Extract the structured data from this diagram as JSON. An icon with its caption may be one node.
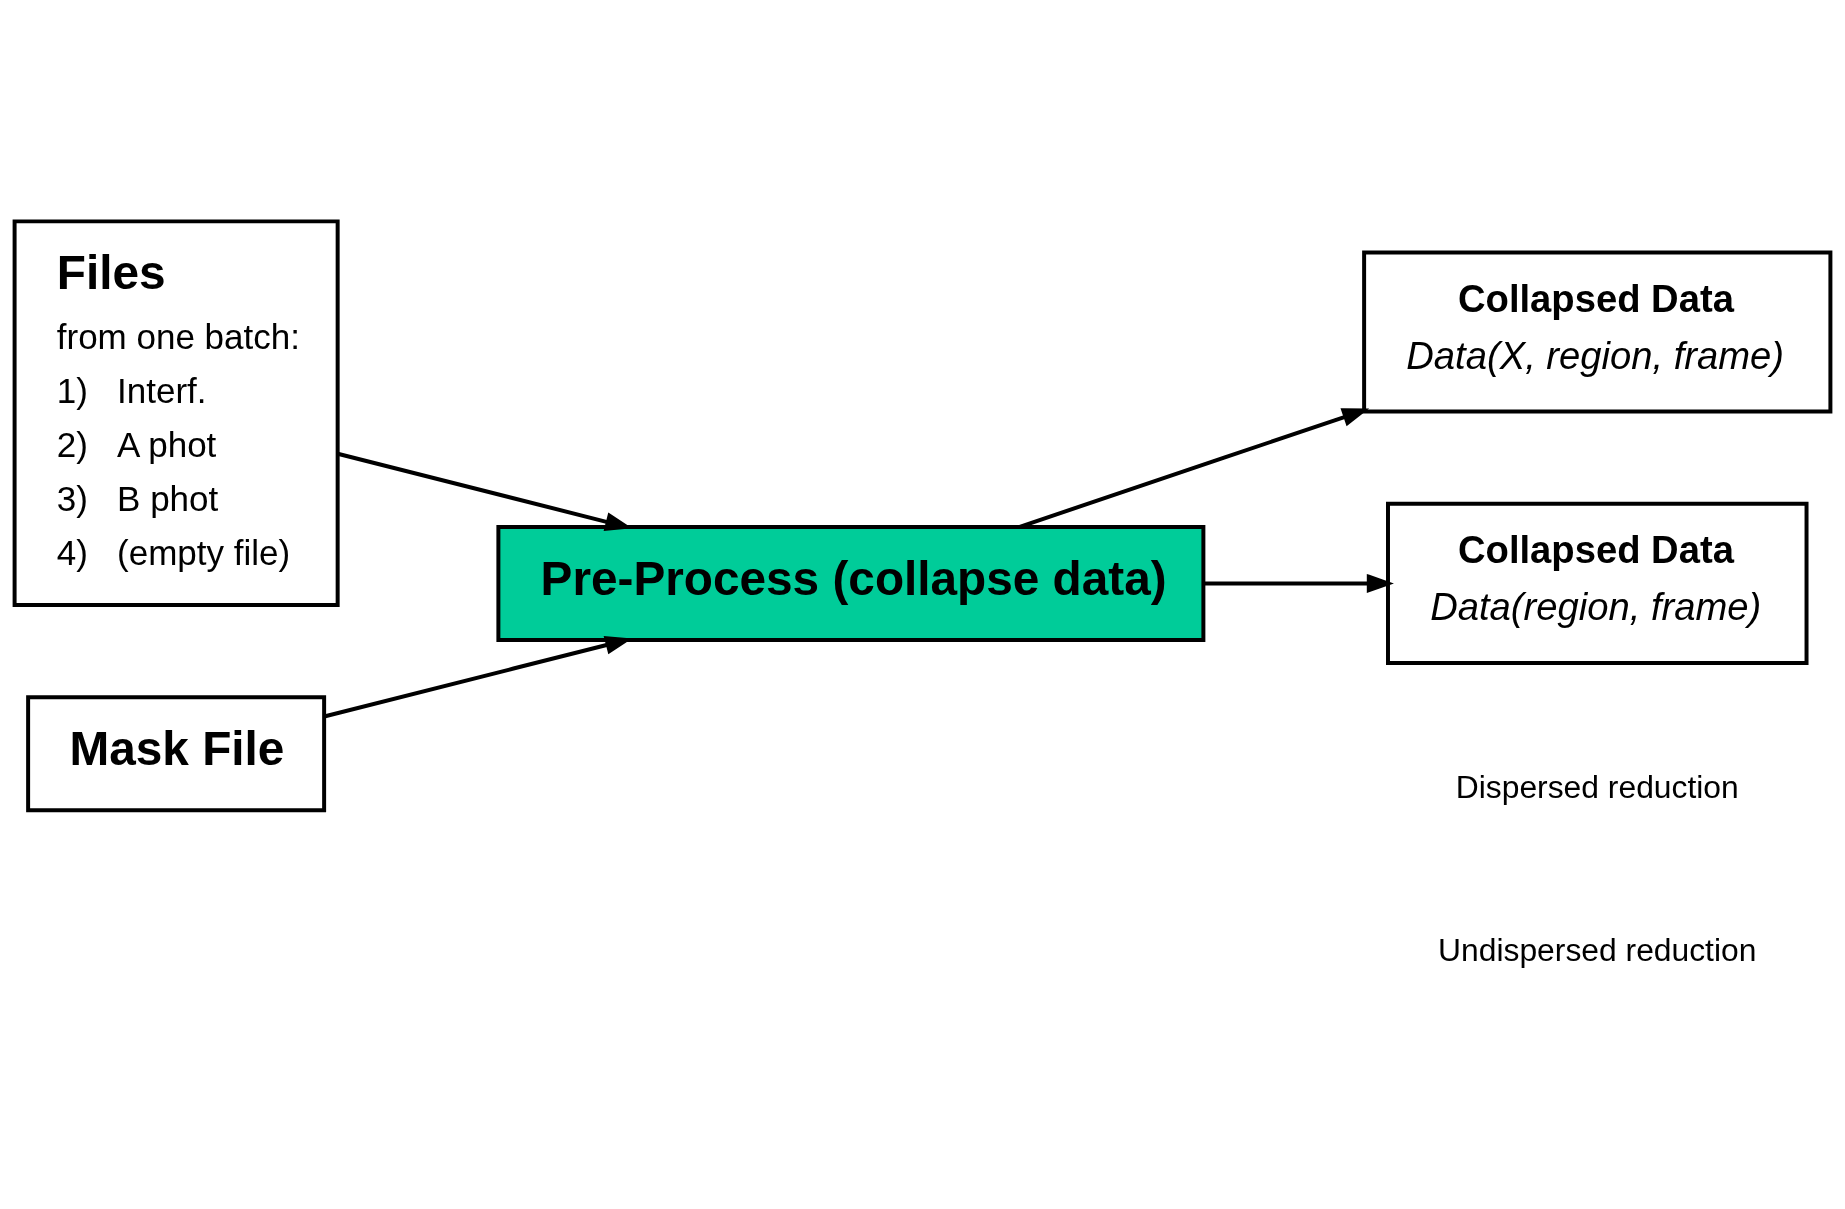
{
  "diagram": {
    "nodes": [
      {
        "text": [
          "Files",
          "from one batch:",
          "1)   Interf.",
          "2)   A phot",
          "3)   B phot",
          "4)   (empty file)"
        ]
      },
      {
        "text": [
          "Mask File"
        ]
      },
      {
        "text": [
          "Pre-Process (collapse data)"
        ]
      },
      {
        "text": [
          "Collapsed Data",
          "Data(X, region, frame)"
        ]
      },
      {
        "text": [
          "Collapsed Data",
          "Data(region, frame)"
        ]
      }
    ],
    "edges": [
      {
        "from": 0,
        "to": 2,
        "arrow": "to"
      },
      {
        "from": 1,
        "to": 2,
        "arrow": "to"
      },
      {
        "from": 2,
        "to": 3,
        "arrow": "to"
      },
      {
        "from": 2,
        "to": 4,
        "arrow": "to"
      }
    ],
    "labels": [
      "Dispersed reduction",
      "Undispersed reduction"
    ]
  }
}
